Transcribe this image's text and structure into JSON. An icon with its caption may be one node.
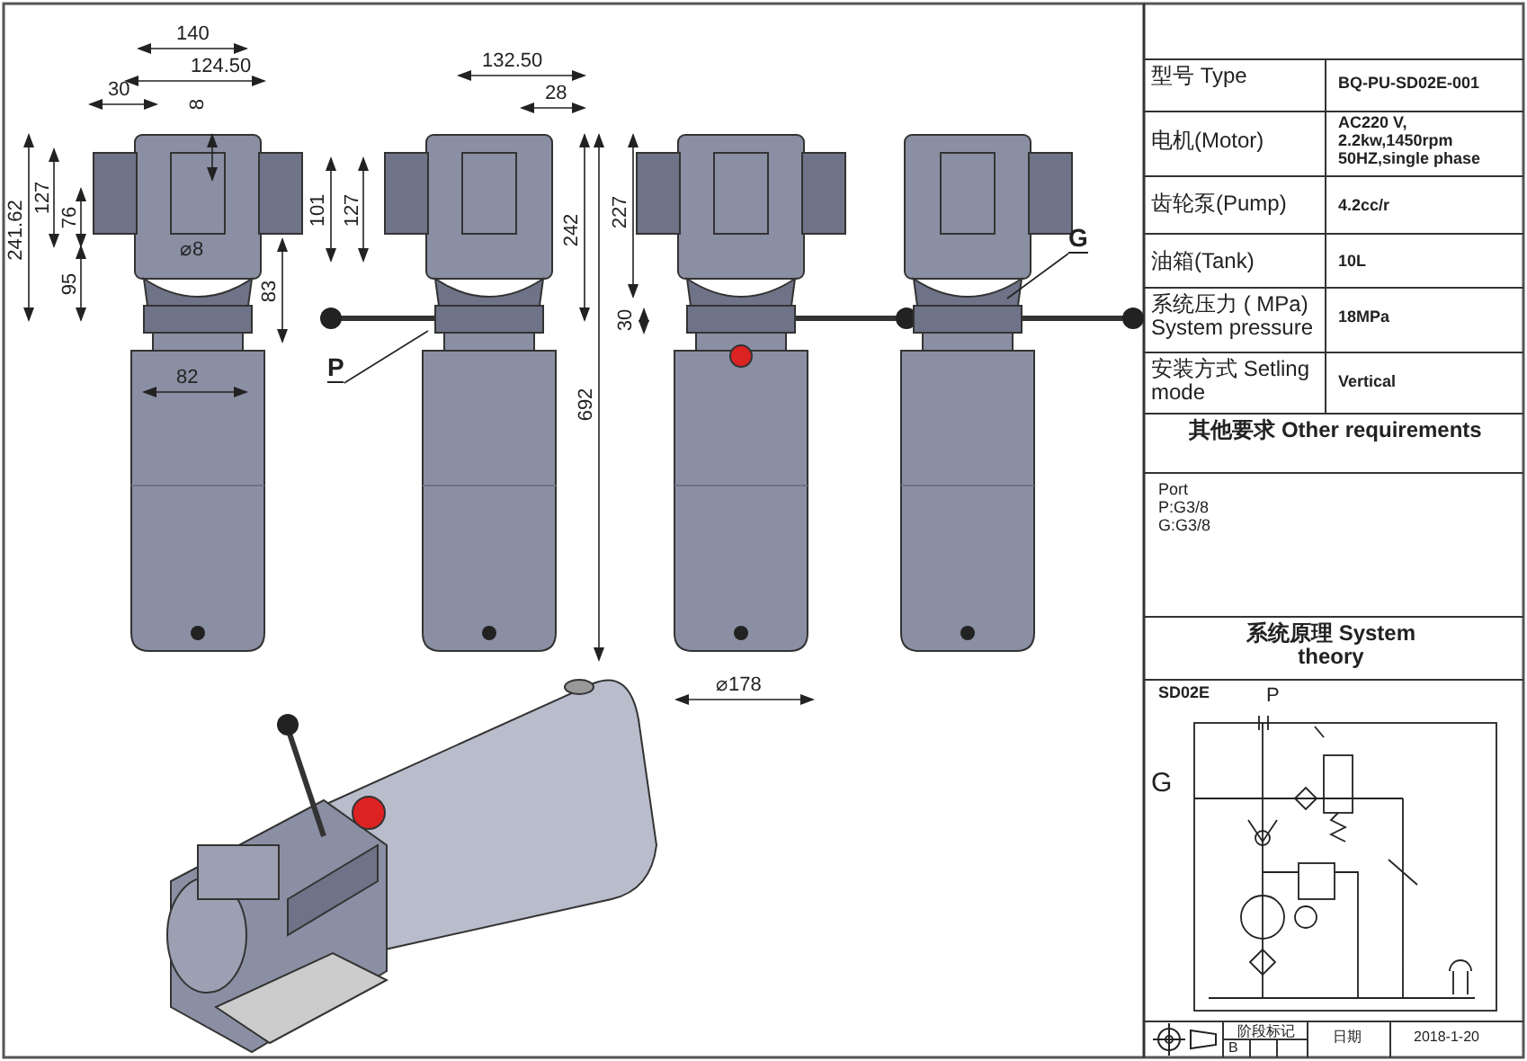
{
  "diagram": {
    "nodes": [
      {
        "text": [
          "P"
        ]
      },
      {
        "text": [
          "G"
        ]
      }
    ],
    "edges": [
      {
        "from": 0,
        "to": null,
        "arrow": "none"
      },
      {
        "from": 1,
        "to": null,
        "arrow": "none"
      }
    ],
    "labels": [
      "140",
      "124.50",
      "30",
      "8",
      "127",
      "241.62",
      "76",
      "95",
      "101",
      "127",
      "⌀8",
      "83",
      "82",
      "132.50",
      "28",
      "242",
      "227",
      "692",
      "30",
      "⌀178",
      "型号 Type",
      "BQ-PU-SD02E-001",
      "电机(Motor)",
      "AC220 V, 2.2kw,1450rpm 50HZ,single phase",
      "齿轮泵(Pump)",
      "4.2cc/r",
      "油箱(Tank)",
      "10L",
      "系统压力 ( MPa) System pressure",
      "18MPa",
      "安装方式 Setling mode",
      "Vertical",
      "其他要求 Other requirements",
      "Port P:G3/8 G:G3/8",
      "系统原理 System theory",
      "SD02E",
      "P",
      "G",
      "阶段标记",
      "B",
      "日期",
      "2018-1-20"
    ]
  }
}
